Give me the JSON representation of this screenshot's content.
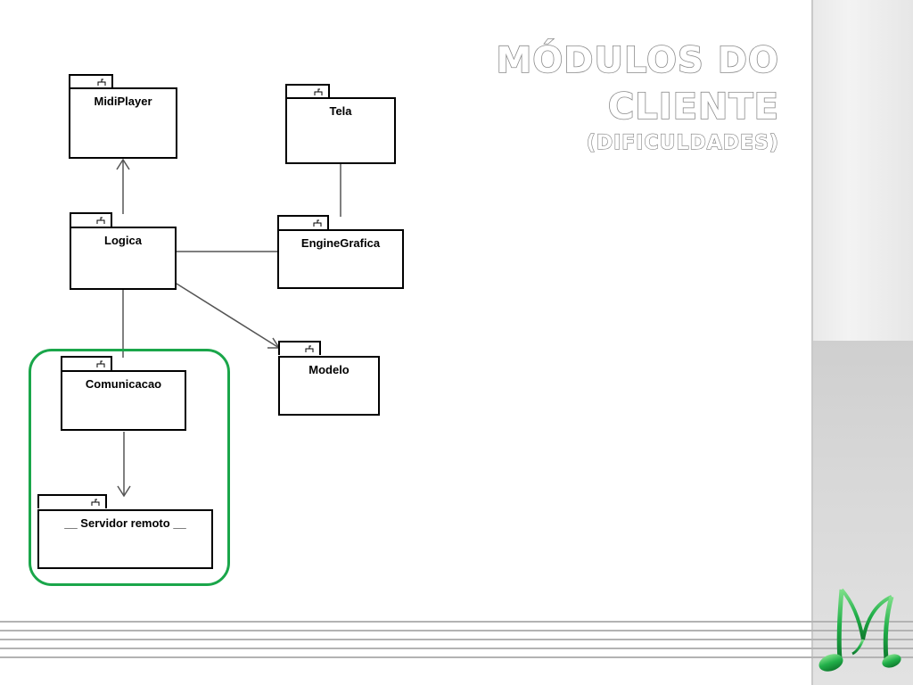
{
  "title": {
    "line1": "MÓDULOS DO",
    "line2": "CLIENTE",
    "line3": "(DIFICULDADES)"
  },
  "packages": {
    "midiplayer": "MidiPlayer",
    "tela": "Tela",
    "logica": "Logica",
    "enginegrafica": "EngineGrafica",
    "comunicacao": "Comunicacao",
    "modelo": "Modelo",
    "servidor": "__ Servidor remoto __"
  },
  "colors": {
    "highlight": "#1aa64a",
    "logo_green": "#2db84a"
  },
  "icons": {
    "package": "package-icon",
    "logo": "music-note-logo"
  }
}
